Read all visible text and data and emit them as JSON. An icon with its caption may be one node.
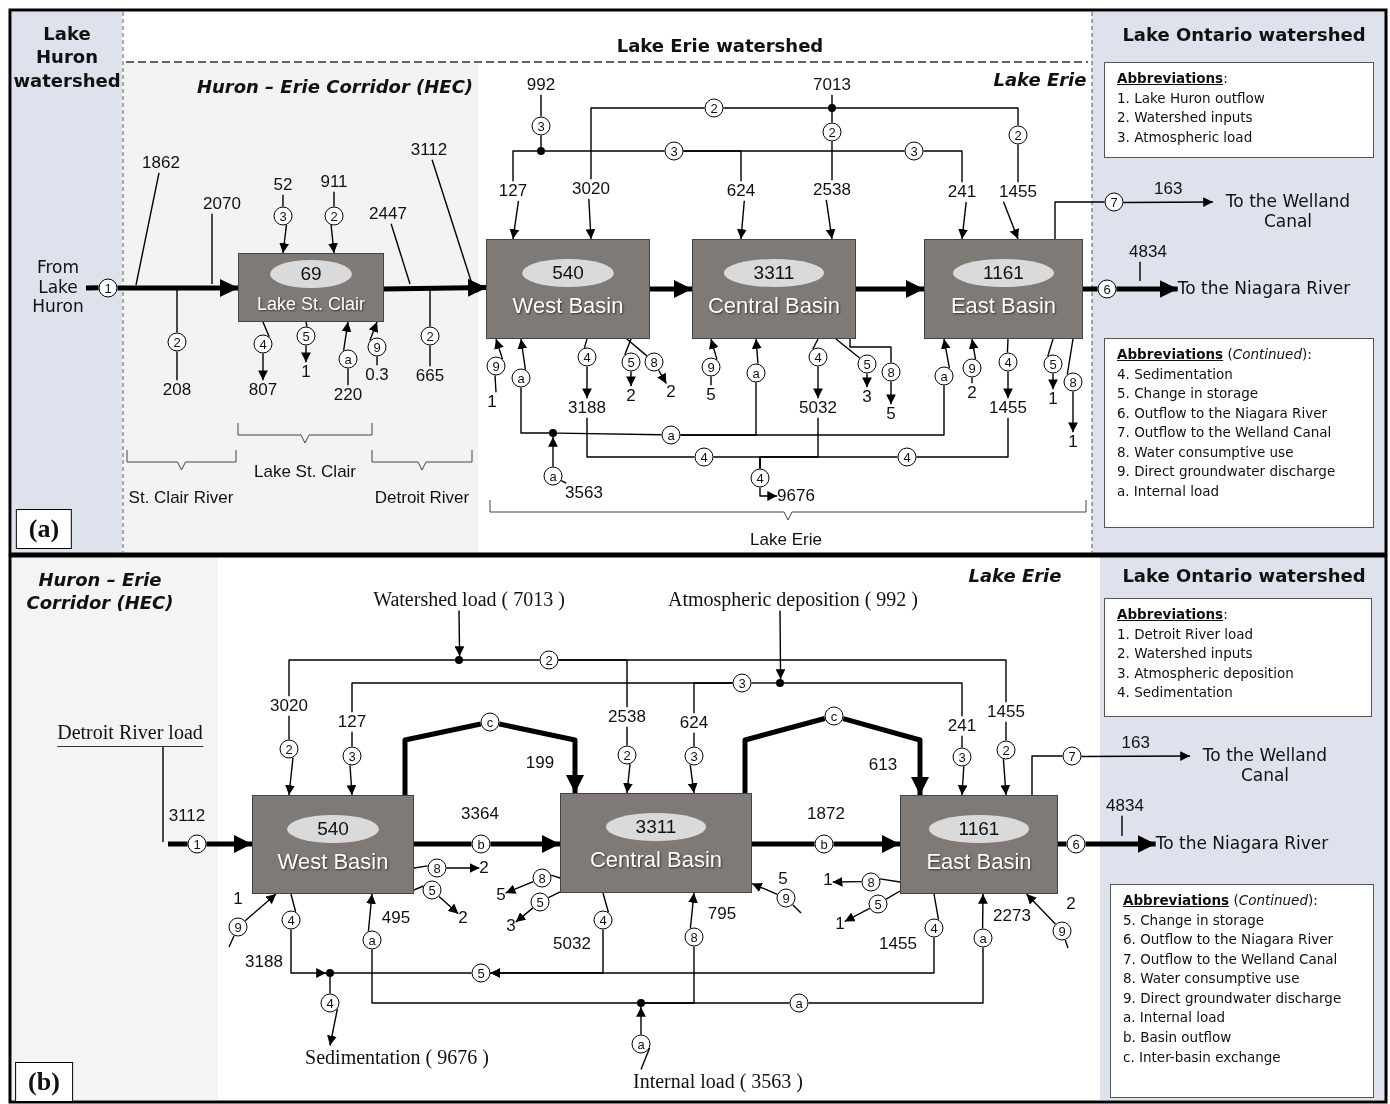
{
  "diagram": {
    "nodes": [
      {
        "text": [
          "Lake Huron watershed"
        ]
      },
      {
        "text": [
          "Lake Erie watershed"
        ]
      },
      {
        "text": [
          "Huron – Erie Corridor (HEC)"
        ],
        "in": 1
      },
      {
        "text": [
          "Lake Erie"
        ],
        "in": 1
      },
      {
        "text": [
          "Lake Ontario watershed"
        ]
      },
      {
        "text": [
          "From Lake Huron"
        ],
        "in": 0
      },
      {
        "text": [
          "1"
        ],
        "in": 0
      },
      {
        "text": [
          "1862"
        ],
        "in": 2
      },
      {
        "text": [
          "208"
        ],
        "in": 2
      },
      {
        "text": [
          "2"
        ],
        "in": 2
      },
      {
        "text": [
          "2070"
        ],
        "in": 2
      },
      {
        "text": [
          "52"
        ],
        "in": 2
      },
      {
        "text": [
          "3"
        ],
        "in": 2
      },
      {
        "text": [
          "911"
        ],
        "in": 2
      },
      {
        "text": [
          "2"
        ],
        "in": 2
      },
      {
        "text": [
          "69",
          "Lake St. Clair"
        ],
        "in": 2
      },
      {
        "text": [
          "2447"
        ],
        "in": 2
      },
      {
        "text": [
          "4"
        ],
        "in": 2
      },
      {
        "text": [
          "807"
        ],
        "in": 2
      },
      {
        "text": [
          "5"
        ],
        "in": 2
      },
      {
        "text": [
          "1"
        ],
        "in": 2
      },
      {
        "text": [
          "a"
        ],
        "in": 2
      },
      {
        "text": [
          "220"
        ],
        "in": 2
      },
      {
        "text": [
          "9"
        ],
        "in": 2
      },
      {
        "text": [
          "0.3"
        ],
        "in": 2
      },
      {
        "text": [
          "2"
        ],
        "in": 2
      },
      {
        "text": [
          "665"
        ],
        "in": 2
      },
      {
        "text": [
          "3112"
        ],
        "in": 2
      },
      {
        "text": [
          "992"
        ],
        "in": 3
      },
      {
        "text": [
          "3"
        ],
        "in": 3
      },
      {
        "text": [],
        "shape": "dot",
        "in": 3
      },
      {
        "text": [
          "7013"
        ],
        "in": 3
      },
      {
        "text": [],
        "shape": "dot",
        "in": 3
      },
      {
        "text": [
          "2"
        ],
        "in": 3
      },
      {
        "text": [
          "2"
        ],
        "in": 3
      },
      {
        "text": [
          "2"
        ],
        "in": 3
      },
      {
        "text": [
          "3"
        ],
        "in": 3
      },
      {
        "text": [
          "3"
        ],
        "in": 3
      },
      {
        "text": [
          "127"
        ],
        "in": 3
      },
      {
        "text": [
          "3020"
        ],
        "in": 3
      },
      {
        "text": [
          "624"
        ],
        "in": 3
      },
      {
        "text": [
          "2538"
        ],
        "in": 3
      },
      {
        "text": [
          "241"
        ],
        "in": 3
      },
      {
        "text": [
          "1455"
        ],
        "in": 3
      },
      {
        "text": [
          "540",
          "West Basin"
        ],
        "in": 3
      },
      {
        "text": [
          "3311",
          "Central Basin"
        ],
        "in": 3
      },
      {
        "text": [
          "1161",
          "East Basin"
        ],
        "in": 3
      },
      {
        "text": [
          "9"
        ],
        "in": 3
      },
      {
        "text": [
          "1"
        ],
        "in": 3
      },
      {
        "text": [
          "a"
        ],
        "in": 3
      },
      {
        "text": [
          "4"
        ],
        "in": 3
      },
      {
        "text": [
          "3188"
        ],
        "in": 3
      },
      {
        "text": [
          "5"
        ],
        "in": 3
      },
      {
        "text": [
          "2"
        ],
        "in": 3
      },
      {
        "text": [
          "8"
        ],
        "in": 3
      },
      {
        "text": [
          "2"
        ],
        "in": 3
      },
      {
        "text": [
          "9"
        ],
        "in": 3
      },
      {
        "text": [
          "5"
        ],
        "in": 3
      },
      {
        "text": [
          "a"
        ],
        "in": 3
      },
      {
        "text": [
          "4"
        ],
        "in": 3
      },
      {
        "text": [
          "5032"
        ],
        "in": 3
      },
      {
        "text": [
          "5"
        ],
        "in": 3
      },
      {
        "text": [
          "3"
        ],
        "in": 3
      },
      {
        "text": [
          "8"
        ],
        "in": 3
      },
      {
        "text": [
          "5"
        ],
        "in": 3
      },
      {
        "text": [
          "a"
        ],
        "in": 3
      },
      {
        "text": [
          "9"
        ],
        "in": 3
      },
      {
        "text": [
          "2"
        ],
        "in": 3
      },
      {
        "text": [
          "4"
        ],
        "in": 3
      },
      {
        "text": [
          "1455"
        ],
        "in": 3
      },
      {
        "text": [
          "5"
        ],
        "in": 3
      },
      {
        "text": [
          "1"
        ],
        "in": 3
      },
      {
        "text": [
          "8"
        ],
        "in": 3
      },
      {
        "text": [
          "1"
        ],
        "in": 3
      },
      {
        "text": [],
        "shape": "dot",
        "in": 3
      },
      {
        "text": [
          "a"
        ],
        "in": 3
      },
      {
        "text": [
          "a"
        ],
        "in": 3
      },
      {
        "text": [
          "3563"
        ],
        "in": 3
      },
      {
        "text": [
          "4"
        ],
        "in": 3
      },
      {
        "text": [
          "4"
        ],
        "in": 3
      },
      {
        "text": [
          "4"
        ],
        "in": 3
      },
      {
        "text": [
          "9676"
        ],
        "in": 3
      },
      {
        "text": [
          "7"
        ],
        "in": 4
      },
      {
        "text": [
          "To the Welland Canal"
        ],
        "in": 4
      },
      {
        "text": [
          "6"
        ],
        "in": 4
      },
      {
        "text": [
          "To the Niagara River"
        ],
        "in": 4
      },
      {
        "text": [
          "4834"
        ],
        "in": 4
      },
      {
        "text": [
          "**Abbreviations**:",
          "1. Lake Huron outflow",
          "2. Watershed inputs",
          "3. Atmospheric load"
        ],
        "in": 4
      },
      {
        "text": [
          "**Abbreviations** (*Continued*):",
          "4. Sedimentation",
          "5. Change in storage",
          "6. Outflow to the Niagara River",
          "7. Outflow to the Welland Canal",
          "8. Water consumptive use",
          "9. Direct groundwater discharge",
          "a. Internal load"
        ],
        "in": 4
      },
      {
        "text": [
          "Huron – Erie Corridor (HEC)"
        ]
      },
      {
        "text": [
          "Lake Erie"
        ]
      },
      {
        "text": [
          "Lake Ontario watershed"
        ]
      },
      {
        "text": [
          "Detroit River load"
        ],
        "in": 89
      },
      {
        "text": [
          "1"
        ],
        "beside": [
          "3112"
        ],
        "in": 89
      },
      {
        "text": [
          "Watershed load ( 7013 )"
        ],
        "in": 90
      },
      {
        "text": [
          "Atmospheric deposition ( 992 )"
        ],
        "in": 90
      },
      {
        "text": [],
        "shape": "dot",
        "in": 90
      },
      {
        "text": [
          "2"
        ],
        "in": 90
      },
      {
        "text": [],
        "shape": "dot",
        "in": 90
      },
      {
        "text": [
          "3"
        ],
        "in": 90
      },
      {
        "text": [
          "3020"
        ],
        "in": 90
      },
      {
        "text": [
          "2"
        ],
        "in": 90
      },
      {
        "text": [
          "127"
        ],
        "in": 90
      },
      {
        "text": [
          "3"
        ],
        "in": 90
      },
      {
        "text": [
          "2538"
        ],
        "in": 90
      },
      {
        "text": [
          "2"
        ],
        "in": 90
      },
      {
        "text": [
          "624"
        ],
        "in": 90
      },
      {
        "text": [
          "3"
        ],
        "in": 90
      },
      {
        "text": [
          "241"
        ],
        "in": 90
      },
      {
        "text": [
          "3"
        ],
        "in": 90
      },
      {
        "text": [
          "1455"
        ],
        "in": 90
      },
      {
        "text": [
          "2"
        ],
        "in": 90
      },
      {
        "text": [
          "540",
          "West Basin"
        ],
        "in": 90
      },
      {
        "text": [
          "3311",
          "Central Basin"
        ],
        "in": 90
      },
      {
        "text": [
          "1161",
          "East Basin"
        ],
        "in": 90
      },
      {
        "text": [
          "c"
        ],
        "beside": [
          "199"
        ],
        "in": 90
      },
      {
        "text": [
          "c"
        ],
        "beside": [
          "613"
        ],
        "in": 90
      },
      {
        "text": [
          "b"
        ],
        "beside": [
          "3364"
        ],
        "in": 90
      },
      {
        "text": [
          "b"
        ],
        "beside": [
          "1872"
        ],
        "in": 90
      },
      {
        "text": [
          "8"
        ],
        "in": 90
      },
      {
        "text": [
          "2"
        ],
        "in": 90
      },
      {
        "text": [
          "5"
        ],
        "in": 90
      },
      {
        "text": [
          "2"
        ],
        "in": 90
      },
      {
        "text": [
          "9"
        ],
        "beside": [
          "1"
        ],
        "in": 90
      },
      {
        "text": [
          "4"
        ],
        "beside": [
          "3188"
        ],
        "in": 90
      },
      {
        "text": [
          "a"
        ],
        "beside": [
          "495"
        ],
        "in": 90
      },
      {
        "text": [
          "8"
        ],
        "in": 90
      },
      {
        "text": [
          "5"
        ],
        "in": 90
      },
      {
        "text": [
          "5"
        ],
        "in": 90
      },
      {
        "text": [
          "3"
        ],
        "in": 90
      },
      {
        "text": [
          "9"
        ],
        "beside": [
          "5"
        ],
        "in": 90
      },
      {
        "text": [
          "4"
        ],
        "beside": [
          "5032"
        ],
        "in": 90
      },
      {
        "text": [
          "8"
        ],
        "beside": [
          "795"
        ],
        "in": 90
      },
      {
        "text": [
          "8"
        ],
        "in": 90
      },
      {
        "text": [
          "1"
        ],
        "in": 90
      },
      {
        "text": [
          "5"
        ],
        "in": 90
      },
      {
        "text": [
          "1"
        ],
        "in": 90
      },
      {
        "text": [
          "4"
        ],
        "beside": [
          "1455"
        ],
        "in": 90
      },
      {
        "text": [
          "a"
        ],
        "beside": [
          "2273"
        ],
        "in": 90
      },
      {
        "text": [
          "9"
        ],
        "beside": [
          "2"
        ],
        "in": 90
      },
      {
        "text": [],
        "shape": "dot",
        "in": 90
      },
      {
        "text": [
          "5"
        ],
        "in": 90
      },
      {
        "text": [
          "4"
        ],
        "in": 90
      },
      {
        "text": [
          "Sedimentation ( 9676 )"
        ],
        "in": 90
      },
      {
        "text": [],
        "shape": "dot",
        "in": 90
      },
      {
        "text": [
          "a"
        ],
        "in": 90
      },
      {
        "text": [
          "a"
        ],
        "in": 90
      },
      {
        "text": [
          "Internal load ( 3563 )"
        ],
        "in": 90
      },
      {
        "text": [
          "7"
        ],
        "in": 90
      },
      {
        "text": [
          "To the Welland Canal"
        ],
        "in": 91
      },
      {
        "text": [
          "6"
        ],
        "in": 90
      },
      {
        "text": [
          "To the Niagara River"
        ],
        "in": 91
      },
      {
        "text": [
          "4834"
        ],
        "in": 91
      },
      {
        "text": [
          "**Abbreviations**:",
          "1. Detroit River load",
          "2. Watershed inputs",
          "3. Atmospheric deposition",
          "4. Sedimentation"
        ],
        "in": 91
      },
      {
        "text": [
          "**Abbreviations** (*Continued*):",
          "5. Change in storage",
          "6. Outflow to the Niagara River",
          "7. Outflow to the Welland Canal",
          "8. Water consumptive use",
          "9. Direct groundwater discharge",
          "a. Internal load",
          "b. Basin outflow",
          "c. Inter-basin exchange"
        ],
        "in": 91
      }
    ],
    "edges": [
      {
        "from": 5,
        "to": 6,
        "arrow": "none",
        "style": "thick"
      },
      {
        "from": 6,
        "to": 15,
        "arrow": "to",
        "style": "thick"
      },
      {
        "from": 7,
        "to": null,
        "arrow": "none"
      },
      {
        "from": 8,
        "to": 9,
        "arrow": "none"
      },
      {
        "from": 9,
        "to": 15,
        "arrow": "to"
      },
      {
        "from": 10,
        "to": null,
        "arrow": "none"
      },
      {
        "from": 11,
        "to": 12,
        "arrow": "none"
      },
      {
        "from": 12,
        "to": 15,
        "arrow": "to"
      },
      {
        "from": 13,
        "to": 14,
        "arrow": "none"
      },
      {
        "from": 14,
        "to": 15,
        "arrow": "to"
      },
      {
        "from": 16,
        "to": null,
        "arrow": "none"
      },
      {
        "from": 15,
        "to": 44,
        "arrow": "to",
        "style": "thick"
      },
      {
        "from": 26,
        "to": 25,
        "arrow": "none"
      },
      {
        "from": 25,
        "to": 44,
        "arrow": "to"
      },
      {
        "from": 27,
        "to": null,
        "arrow": "none"
      },
      {
        "from": 15,
        "to": 17,
        "arrow": "none"
      },
      {
        "from": 17,
        "to": 18,
        "arrow": "to"
      },
      {
        "from": 15,
        "to": 19,
        "arrow": "none"
      },
      {
        "from": 19,
        "to": 20,
        "arrow": "to"
      },
      {
        "from": 22,
        "to": 21,
        "arrow": "none"
      },
      {
        "from": 21,
        "to": 15,
        "arrow": "to"
      },
      {
        "from": 24,
        "to": 23,
        "arrow": "none"
      },
      {
        "from": 23,
        "to": 15,
        "arrow": "to"
      },
      {
        "from": 28,
        "to": 29,
        "arrow": "none"
      },
      {
        "from": 29,
        "to": 30,
        "arrow": "none"
      },
      {
        "from": 30,
        "to": 38,
        "arrow": "none"
      },
      {
        "from": 30,
        "to": 36,
        "arrow": "none"
      },
      {
        "from": 36,
        "to": 40,
        "arrow": "none"
      },
      {
        "from": 36,
        "to": 37,
        "arrow": "none"
      },
      {
        "from": 37,
        "to": 42,
        "arrow": "none"
      },
      {
        "from": 31,
        "to": 32,
        "arrow": "none"
      },
      {
        "from": 32,
        "to": 33,
        "arrow": "none"
      },
      {
        "from": 33,
        "to": 39,
        "arrow": "none"
      },
      {
        "from": 32,
        "to": 34,
        "arrow": "none"
      },
      {
        "from": 34,
        "to": 41,
        "arrow": "none"
      },
      {
        "from": 32,
        "to": 35,
        "arrow": "none"
      },
      {
        "from": 35,
        "to": 43,
        "arrow": "none"
      },
      {
        "from": 38,
        "to": 44,
        "arrow": "to"
      },
      {
        "from": 39,
        "to": 44,
        "arrow": "to"
      },
      {
        "from": 40,
        "to": 45,
        "arrow": "to"
      },
      {
        "from": 41,
        "to": 45,
        "arrow": "to"
      },
      {
        "from": 42,
        "to": 46,
        "arrow": "to"
      },
      {
        "from": 43,
        "to": 46,
        "arrow": "to"
      },
      {
        "from": 44,
        "to": 45,
        "arrow": "to",
        "style": "thick"
      },
      {
        "from": 45,
        "to": 46,
        "arrow": "to",
        "style": "thick"
      },
      {
        "from": 48,
        "to": 47,
        "arrow": "none"
      },
      {
        "from": 47,
        "to": 44,
        "arrow": "to"
      },
      {
        "from": 49,
        "to": 44,
        "arrow": "to"
      },
      {
        "from": 44,
        "to": 50,
        "arrow": "none"
      },
      {
        "from": 50,
        "to": 51,
        "arrow": "to"
      },
      {
        "from": 44,
        "to": 52,
        "arrow": "none"
      },
      {
        "from": 52,
        "to": 53,
        "arrow": "to"
      },
      {
        "from": 44,
        "to": 54,
        "arrow": "none"
      },
      {
        "from": 54,
        "to": 55,
        "arrow": "to"
      },
      {
        "from": 57,
        "to": 56,
        "arrow": "none"
      },
      {
        "from": 56,
        "to": 45,
        "arrow": "to"
      },
      {
        "from": 58,
        "to": 45,
        "arrow": "to"
      },
      {
        "from": 45,
        "to": 59,
        "arrow": "none"
      },
      {
        "from": 59,
        "to": 60,
        "arrow": "to"
      },
      {
        "from": 45,
        "to": 61,
        "arrow": "none"
      },
      {
        "from": 61,
        "to": 62,
        "arrow": "to"
      },
      {
        "from": 45,
        "to": 63,
        "arrow": "none"
      },
      {
        "from": 63,
        "to": 64,
        "arrow": "to"
      },
      {
        "from": 65,
        "to": 46,
        "arrow": "to"
      },
      {
        "from": 67,
        "to": 66,
        "arrow": "none"
      },
      {
        "from": 66,
        "to": 46,
        "arrow": "to"
      },
      {
        "from": 46,
        "to": 68,
        "arrow": "none"
      },
      {
        "from": 68,
        "to": 69,
        "arrow": "to"
      },
      {
        "from": 46,
        "to": 70,
        "arrow": "none"
      },
      {
        "from": 70,
        "to": 71,
        "arrow": "to"
      },
      {
        "from": 46,
        "to": 72,
        "arrow": "none"
      },
      {
        "from": 72,
        "to": 73,
        "arrow": "to"
      },
      {
        "from": 77,
        "to": 76,
        "arrow": "none"
      },
      {
        "from": 76,
        "to": 74,
        "arrow": "to"
      },
      {
        "from": 74,
        "to": 49,
        "arrow": "none"
      },
      {
        "from": 74,
        "to": 75,
        "arrow": "none"
      },
      {
        "from": 75,
        "to": 58,
        "arrow": "none"
      },
      {
        "from": 75,
        "to": 65,
        "arrow": "none"
      },
      {
        "from": 51,
        "to": 78,
        "arrow": "none"
      },
      {
        "from": 78,
        "to": 80,
        "arrow": "none"
      },
      {
        "from": 60,
        "to": 80,
        "arrow": "none"
      },
      {
        "from": 69,
        "to": 79,
        "arrow": "none"
      },
      {
        "from": 79,
        "to": 80,
        "arrow": "none"
      },
      {
        "from": 80,
        "to": 81,
        "arrow": "to"
      },
      {
        "from": 46,
        "to": 82,
        "arrow": "none"
      },
      {
        "from": 82,
        "to": 83,
        "arrow": "to",
        "label": "163"
      },
      {
        "from": 46,
        "to": 84,
        "arrow": "none",
        "style": "thick"
      },
      {
        "from": 84,
        "to": 85,
        "arrow": "to",
        "style": "thick"
      },
      {
        "from": 86,
        "to": null,
        "arrow": "none"
      },
      {
        "from": null,
        "to": 93,
        "arrow": "none",
        "style": "thick"
      },
      {
        "from": 93,
        "to": 112,
        "arrow": "to",
        "style": "thick"
      },
      {
        "from": 92,
        "to": null,
        "arrow": "none"
      },
      {
        "from": 94,
        "to": 96,
        "arrow": "to"
      },
      {
        "from": 96,
        "to": 100,
        "arrow": "none"
      },
      {
        "from": 96,
        "to": 97,
        "arrow": "none"
      },
      {
        "from": 97,
        "to": 104,
        "arrow": "none"
      },
      {
        "from": 97,
        "to": 110,
        "arrow": "none"
      },
      {
        "from": 95,
        "to": 98,
        "arrow": "to"
      },
      {
        "from": 98,
        "to": 99,
        "arrow": "none"
      },
      {
        "from": 99,
        "to": 102,
        "arrow": "none"
      },
      {
        "from": 99,
        "to": 106,
        "arrow": "none"
      },
      {
        "from": 98,
        "to": 108,
        "arrow": "none"
      },
      {
        "from": 100,
        "to": 101,
        "arrow": "none"
      },
      {
        "from": 101,
        "to": 112,
        "arrow": "to"
      },
      {
        "from": 102,
        "to": 103,
        "arrow": "none"
      },
      {
        "from": 103,
        "to": 112,
        "arrow": "to"
      },
      {
        "from": 104,
        "to": 105,
        "arrow": "none"
      },
      {
        "from": 105,
        "to": 113,
        "arrow": "to"
      },
      {
        "from": 106,
        "to": 107,
        "arrow": "none"
      },
      {
        "from": 107,
        "to": 113,
        "arrow": "to"
      },
      {
        "from": 108,
        "to": 109,
        "arrow": "none"
      },
      {
        "from": 109,
        "to": 114,
        "arrow": "to"
      },
      {
        "from": 110,
        "to": 111,
        "arrow": "none"
      },
      {
        "from": 111,
        "to": 114,
        "arrow": "to"
      },
      {
        "from": 112,
        "to": 115,
        "arrow": "none",
        "style": "thick"
      },
      {
        "from": 115,
        "to": 113,
        "arrow": "to",
        "style": "thick"
      },
      {
        "from": 113,
        "to": 116,
        "arrow": "none",
        "style": "thick"
      },
      {
        "from": 116,
        "to": 114,
        "arrow": "to",
        "style": "thick"
      },
      {
        "from": 112,
        "to": 117,
        "arrow": "none",
        "style": "thick"
      },
      {
        "from": 117,
        "to": 113,
        "arrow": "to",
        "style": "thick"
      },
      {
        "from": 113,
        "to": 118,
        "arrow": "none",
        "style": "thick"
      },
      {
        "from": 118,
        "to": 114,
        "arrow": "to",
        "style": "thick"
      },
      {
        "from": 112,
        "to": 119,
        "arrow": "none"
      },
      {
        "from": 119,
        "to": 120,
        "arrow": "to"
      },
      {
        "from": 112,
        "to": 121,
        "arrow": "none"
      },
      {
        "from": 121,
        "to": 122,
        "arrow": "to"
      },
      {
        "from": null,
        "to": 123,
        "arrow": "none"
      },
      {
        "from": 123,
        "to": 112,
        "arrow": "to"
      },
      {
        "from": 112,
        "to": 124,
        "arrow": "none"
      },
      {
        "from": 124,
        "to": 140,
        "arrow": "to"
      },
      {
        "from": 125,
        "to": 112,
        "arrow": "to"
      },
      {
        "from": 113,
        "to": 126,
        "arrow": "none"
      },
      {
        "from": 126,
        "to": 127,
        "arrow": "to"
      },
      {
        "from": 113,
        "to": 128,
        "arrow": "none"
      },
      {
        "from": 128,
        "to": 129,
        "arrow": "to"
      },
      {
        "from": null,
        "to": 130,
        "arrow": "none"
      },
      {
        "from": 130,
        "to": 113,
        "arrow": "to"
      },
      {
        "from": 113,
        "to": 131,
        "arrow": "none"
      },
      {
        "from": 131,
        "to": 141,
        "arrow": "to"
      },
      {
        "from": 132,
        "to": 113,
        "arrow": "to"
      },
      {
        "from": 114,
        "to": 133,
        "arrow": "none"
      },
      {
        "from": 133,
        "to": 134,
        "arrow": "to"
      },
      {
        "from": 114,
        "to": 135,
        "arrow": "none"
      },
      {
        "from": 135,
        "to": 136,
        "arrow": "to"
      },
      {
        "from": 114,
        "to": 137,
        "arrow": "none"
      },
      {
        "from": 137,
        "to": 141,
        "arrow": "to"
      },
      {
        "from": 138,
        "to": 114,
        "arrow": "to"
      },
      {
        "from": null,
        "to": 139,
        "arrow": "none"
      },
      {
        "from": 139,
        "to": 114,
        "arrow": "to"
      },
      {
        "from": 141,
        "to": 140,
        "arrow": "none"
      },
      {
        "from": 140,
        "to": 142,
        "arrow": "none"
      },
      {
        "from": 142,
        "to": 143,
        "arrow": "to"
      },
      {
        "from": 147,
        "to": 146,
        "arrow": "none"
      },
      {
        "from": 146,
        "to": 144,
        "arrow": "to"
      },
      {
        "from": 144,
        "to": 125,
        "arrow": "none"
      },
      {
        "from": 144,
        "to": 132,
        "arrow": "none"
      },
      {
        "from": 144,
        "to": 145,
        "arrow": "none"
      },
      {
        "from": 145,
        "to": 138,
        "arrow": "none"
      },
      {
        "from": 114,
        "to": 148,
        "arrow": "none"
      },
      {
        "from": 148,
        "to": 149,
        "arrow": "to",
        "label": "163"
      },
      {
        "from": 114,
        "to": 150,
        "arrow": "none",
        "style": "thick"
      },
      {
        "from": 150,
        "to": 151,
        "arrow": "to",
        "style": "thick"
      },
      {
        "from": 152,
        "to": null,
        "arrow": "none"
      }
    ],
    "labels": [
      "Lake St. Clair",
      "St. Clair River",
      "Detroit River",
      "(a)",
      "Lake Erie",
      "(b)"
    ]
  }
}
